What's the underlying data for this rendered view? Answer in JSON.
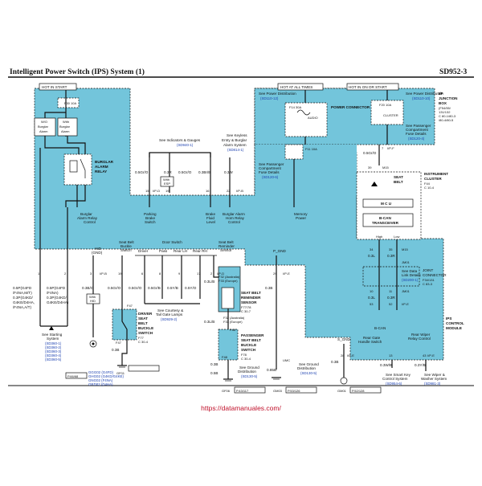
{
  "header": {
    "title": "Intelligent Power Switch (IPS) System (1)",
    "code": "SD952-3"
  },
  "colors": {
    "module_fill": "#73c5db",
    "wire": "#111111",
    "ref": "#1a3fb0",
    "url": "#c0102a"
  },
  "power": {
    "hot_in_start": "HOT IN START",
    "hot_at_all_times": "HOT AT ALL TIMES",
    "hot_in_on_or_start": "HOT IN ON OR START"
  },
  "fuses": {
    "f30": "F30 10A",
    "f14": "F14 30A",
    "f11": "F11 10A",
    "f20": "F20 10A",
    "audio": "AUDIO",
    "cluster": "CLUSTER",
    "power_connector": "POWER CONNECTOR"
  },
  "refs": {
    "see_power_dist_left": "See Power Distribution",
    "sd110_12": "(SD110-12)",
    "see_power_dist_right": "See Power Distribution",
    "sd110_10": "(SD110-10)",
    "see_pass_fuse_left_1": "See Passenger",
    "see_pass_fuse_left_2": "Compartment",
    "see_pass_fuse_left_3": "Fuse Details",
    "sd120_6": "(SD120-6)",
    "see_pass_fuse_right_1": "See Passenger",
    "see_pass_fuse_right_2": "Compartment",
    "see_pass_fuse_right_3": "Fuse Details",
    "sd120_4": "(SD120-4)",
    "see_indicators": "See Indicators & Gauges",
    "sd940_1": "(SD940-1)",
    "see_keyless_1": "See Keyless",
    "see_keyless_2": "Entry & Burglar",
    "see_keyless_3": "Alarm System",
    "sd814_1": "(SD814-1)",
    "see_data_link_1": "See Data",
    "see_data_link_2": "Link Details",
    "sd200_1": "(SD200-1)",
    "see_courtesy_1": "See Courtesy &",
    "see_courtesy_2": "Tail Gate Lamps",
    "sd929_2": "(SD929-2)",
    "see_starting_1": "See Starting",
    "see_starting_2": "System",
    "sd360": [
      "(SD360-1)",
      "(SD360-2)",
      "(SD360-3)",
      "(SD360-4)",
      "(SD360-5)"
    ],
    "see_ground_1": "See Ground",
    "see_ground_2": "Distribution",
    "sd130_5_a": "(SD130-5)",
    "sd130_5_b": "(SD130-5)",
    "see_smart_key_1": "See Smart Key",
    "see_smart_key_2": "Control System",
    "sd954_6": "(SD954-6)",
    "see_wiper_1": "See Wiper &",
    "see_wiper_2": "Washer System",
    "sd981_3": "(SD981-3)"
  },
  "modules": {
    "burglar_relay_1": "BURGLAR",
    "burglar_relay_2": "ALARM",
    "burglar_relay_3": "RELAY",
    "wo_burglar_1": "W/O",
    "wo_burglar_2": "Burglar",
    "wo_burglar_3": "Alarm",
    "with_burglar_1": "With",
    "with_burglar_2": "Burglar",
    "with_burglar_3": "Alarm",
    "instrument_1": "INSTRUMENT",
    "instrument_2": "CLUSTER",
    "instrument_3": "F44",
    "instrument_4": "C 10-4",
    "seat_belt_1": "SEAT",
    "seat_belt_2": "BELT",
    "mcu": "M C U",
    "bcan_1": "B-CAN",
    "bcan_2": "TRANSCEIVER",
    "ips_1": "IPS",
    "ips_2": "CONTROL",
    "ips_3": "MODULE",
    "jb_1": "I/P",
    "jb_2": "JUNCTION",
    "jb_3": "BOX",
    "jb_4": "(F54/55/",
    "jb_5": "131/132",
    "jb_6": "C 80-1/80-3",
    "jb_7": "/80-4/80-5",
    "joint_1": "JOINT",
    "joint_2": "CONNECTOR",
    "joint_3": "F34/131",
    "joint_4": "C 83-3",
    "driver_buckle": [
      "DRIVER",
      "SEAT",
      "BELT",
      "BUCKLE",
      "SWITCH"
    ],
    "driver_buckle_code": [
      "F77",
      "C 30-4"
    ],
    "reminder_sensor": [
      "SEAT BELT",
      "REMINDER",
      "SENSOR"
    ],
    "reminder_code": [
      "F77/78",
      "C 30-7"
    ],
    "pass_buckle": [
      "PASSENGER",
      "SEAT BELT",
      "BUCKLE",
      "SWITCH"
    ],
    "pass_code": [
      "F78",
      "C 30-4"
    ],
    "with_esp_1": "With",
    "with_esp_2": "ESP",
    "with_hid_1": "With",
    "with_hid_2": "HID"
  },
  "ips_labels": {
    "burglar_ctrl": [
      "Burglar",
      "Alarm Relay",
      "Control"
    ],
    "parking": [
      "Parking",
      "Brake",
      "Switch"
    ],
    "brake_fluid": [
      "Brake",
      "Fluid",
      "Level"
    ],
    "horn_relay": [
      "Burglar Alarm",
      "Horn Relay",
      "Control"
    ],
    "memory": [
      "Memory",
      "Power"
    ],
    "hid": [
      "HID",
      "(GND)"
    ],
    "seat_buckle": [
      "Seat Belt",
      "Buckle",
      "Switch"
    ],
    "door_switch": "Door Switch",
    "driver": "Driver",
    "pass": "Pass",
    "rear_lh": "Rear LH",
    "rear_rh": "Rear RH",
    "reminder": [
      "Seat Belt",
      "Reminder",
      "Sensor"
    ],
    "p_gnd": "P_GND",
    "s_gnd": "S_GND",
    "b_can": "B-CAN",
    "rear_gate": [
      "Rear Gate",
      "Handle Switch"
    ],
    "rear_wiper": [
      "Rear Wiper",
      "Relay Control"
    ],
    "high": "High",
    "low": "Low"
  },
  "wires": {
    "w05grO_a": "0.5Gr/O",
    "w03r_a": "0.3R",
    "w05grO_b": "0.5Gr/O",
    "w03brB": "0.3Br/B",
    "w03w": "0.3W",
    "w05grO_c": "0.5Gr/O",
    "w05p": "0.5P",
    "w05grO_d": "0.5Gr/O",
    "w05grB": "0.5Gr/B",
    "w05yB": "0.5Y/B",
    "w05yO": "0.5Y/O",
    "w03lB_a": "0.3L/B",
    "w03lB_b": "0.3L/B",
    "w03b_a": "0.3B",
    "w03b_b": "0.3B",
    "w03l": "0.3L",
    "w03r_b": "0.3R",
    "w03l_b": "0.3L",
    "w03r_c": "0.3R",
    "w03bO": "0.3B/O",
    "w05p_left": [
      "0.5P(G4FD",
      "/F4NA,M/T)",
      "0.3P(G4KD/",
      "G4KE/D4HA,",
      "/F4NA,A/T)"
    ],
    "w05p_right": [
      "0.5P(G4FD",
      "/F4NA)",
      "0.3P(G4KD/",
      "G4KE/D4HA)"
    ],
    "w03b_c": "0.3B",
    "w05b_a": "0.5B",
    "w03yB": "0.3Y/B",
    "w05b_b": "0.5B",
    "w03wB": "0.3W/B",
    "w03b_d": "0.3B",
    "w085b": "0.85B",
    "w03b_e": "0.3B"
  },
  "connectors": {
    "ipd": "I/P-D",
    "ipb": "I/P-B",
    "ipe": "I/P-E",
    "ipf": "I/P-F",
    "m15": "M15",
    "jm01": "JM01",
    "f47": "F47",
    "f48": "F48",
    "f32_au": "F32 (Australia)",
    "f33_eu": "F33 (Europe)",
    "f32_au_b": "F32 (Australia)",
    "f33_eu_b": "F33 (Europe)",
    "umc": "UMC"
  },
  "pins": {
    "top": [
      "15",
      "19",
      "16",
      "22",
      "7",
      "39",
      "2",
      "5"
    ],
    "bottom": [
      "1",
      "2",
      "3",
      "19",
      "6",
      "8",
      "9",
      "17",
      "2",
      "29",
      "25",
      "26",
      "13",
      "43"
    ],
    "high_low_1": [
      "34",
      "35"
    ],
    "high_low_2": [
      "10",
      "11"
    ],
    "high_low_3": [
      "53",
      "52"
    ],
    "m15_pin": "28"
  },
  "grounds": {
    "engines": [
      "GGG02 (G4FD)",
      "GHG02 (G4KD/G4KE)",
      "GNG02 (F4NA)",
      "GRD02 (D4HA)"
    ],
    "box_left": "P.66/68",
    "gf01": "GF01",
    "gf06": "GF06",
    "gm01": "GM01",
    "gm03": "GM03",
    "p43_118": "P.43/118",
    "p43_117": "P.43/117",
    "p53_126": "P.53/126",
    "p52_128": "P.52/128"
  },
  "footer": {
    "url": "https://datamanuales.com/"
  }
}
